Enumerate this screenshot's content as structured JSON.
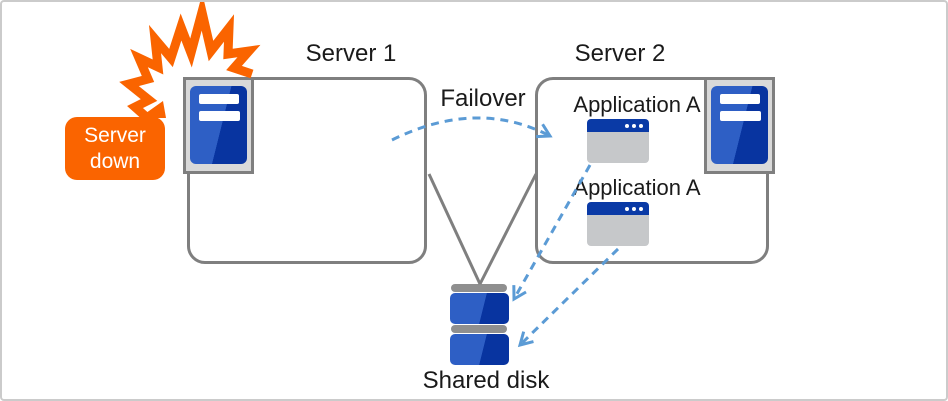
{
  "colors": {
    "accent_orange": "#FA6400",
    "line_gray": "#7F7F7F",
    "border_gray": "#CBCBCB",
    "icon_bg_gray": "#D9D9D9",
    "app_body_gray": "#C6C8CA",
    "disk_bar_gray": "#8F8F8F",
    "blue_light": "#2E5FC5",
    "blue_dark": "#0834A0",
    "titlebar_blue": "#0A3AA6",
    "dashed_blue": "#5B9BD5",
    "text_black": "#1A1A1A",
    "text_white": "#FFFFFF"
  },
  "diagram": {
    "server1": {
      "label": "Server 1"
    },
    "server2": {
      "label": "Server 2"
    },
    "failover_label": "Failover",
    "applications": [
      {
        "label": "Application A"
      },
      {
        "label": "Application A"
      }
    ],
    "shared_disk_label": "Shared disk",
    "callout_label": "Server down",
    "icons": {
      "server_unit": "server-icon",
      "application_window": "app-window-icon",
      "shared_disk": "shared-disk-icon",
      "crash_burst": "crash-explosion-icon",
      "failover_arrow": "dashed-arrow-icon"
    }
  }
}
